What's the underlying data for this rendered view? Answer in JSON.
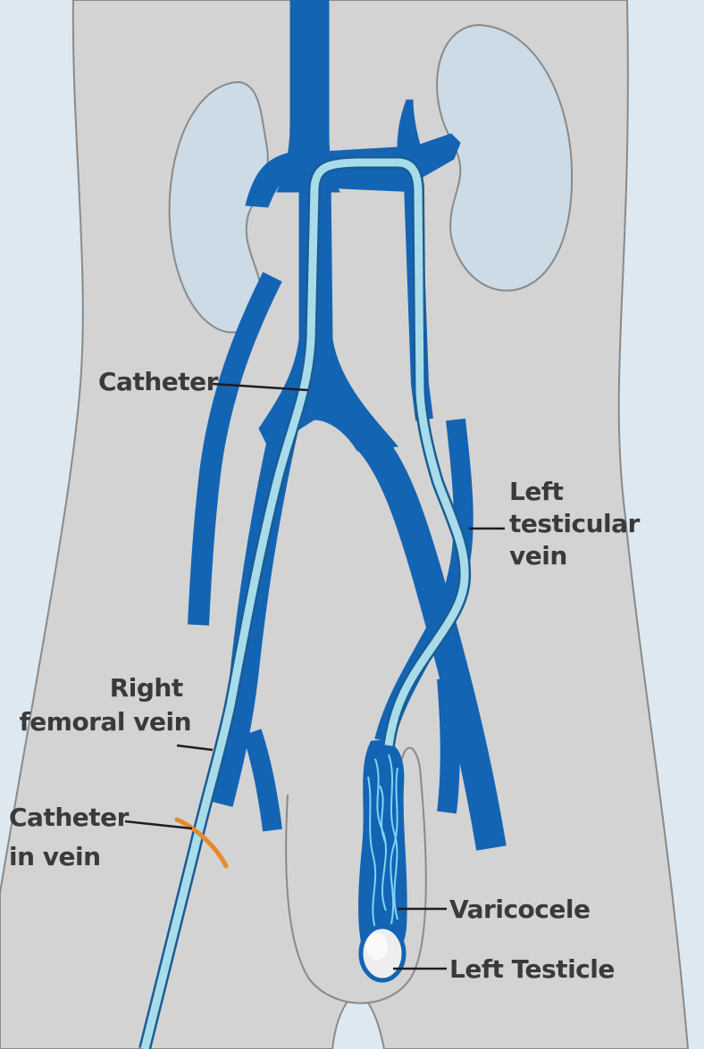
{
  "labels": {
    "catheter": "Catheter",
    "left_testicular_vein": [
      "Left",
      "testicular",
      "vein"
    ],
    "right_femoral_vein": [
      "Right",
      "femoral vein"
    ],
    "catheter_in_vein": [
      "Catheter",
      "in vein"
    ],
    "varicocele": "Varicocele",
    "left_testicle": "Left Testicle"
  },
  "colors": {
    "background": "#dde8f0",
    "body": "#d3d3d3",
    "body_outline": "#8a8a8a",
    "kidney": "#ccdbe5",
    "vein": "#1464b4",
    "catheter": "#a8dcea",
    "catheter_outline": "#1b5c94",
    "puncture": "#e8892a",
    "varicocele_vessels": "#7fd3f5",
    "label_text": "#3a3a3a",
    "leader_line": "#1e1e1e"
  }
}
